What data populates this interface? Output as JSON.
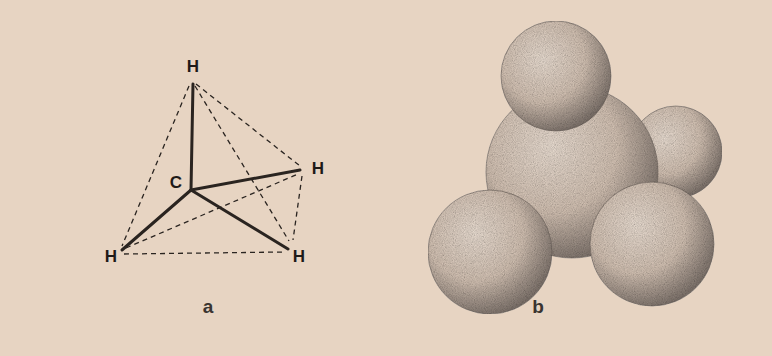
{
  "diagram": {
    "labels": [
      "H",
      "C",
      "H",
      "H",
      "H",
      "a",
      "b"
    ]
  }
}
